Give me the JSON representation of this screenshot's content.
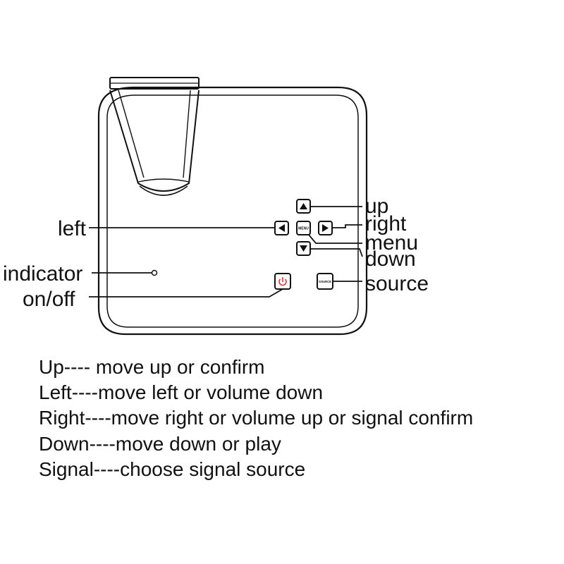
{
  "labels": {
    "up": "up",
    "right": "right",
    "menu": "menu",
    "down": "down",
    "left": "left",
    "indicator": "indicator",
    "onoff": "on/off",
    "source": "source"
  },
  "buttons": {
    "menu_text": "MENU",
    "source_text": "SOURCE"
  },
  "descriptions": [
    "Up---- move up or confirm",
    "Left----move left or volume down",
    "Right----move right or volume up or signal confirm",
    "Down----move down or play",
    "Signal----choose signal source"
  ],
  "colors": {
    "line": "#111111",
    "power_symbol": "#d93a3a"
  }
}
